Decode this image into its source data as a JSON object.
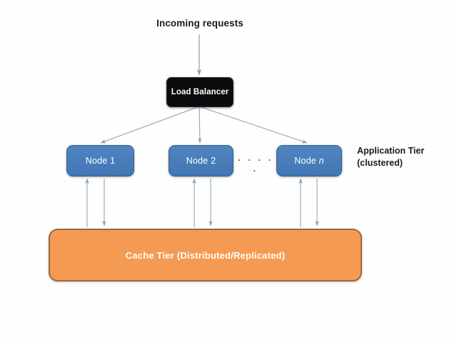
{
  "diagram": {
    "title_label": "Incoming requests",
    "load_balancer": {
      "label": "Load Balancer",
      "fill": "#0b0b0d",
      "text_color": "#ffffff"
    },
    "nodes": [
      {
        "label": "Node 1",
        "name": "node-1"
      },
      {
        "label": "Node 2",
        "name": "node-2"
      },
      {
        "label_prefix": "Node ",
        "label_italic": "n",
        "name": "node-n"
      }
    ],
    "node_fill": "#4a7ebb",
    "ellipsis": ". . . . .",
    "tier_label": {
      "line1": "Application Tier",
      "line2": "(clustered)"
    },
    "cache_tier": {
      "label": "Cache Tier (Distributed/Replicated)",
      "fill": "#f49a52",
      "border": "#9a6b45",
      "text_color": "#ffffff"
    },
    "connector_color": "#8a9aa8",
    "background": "#fefefe"
  }
}
